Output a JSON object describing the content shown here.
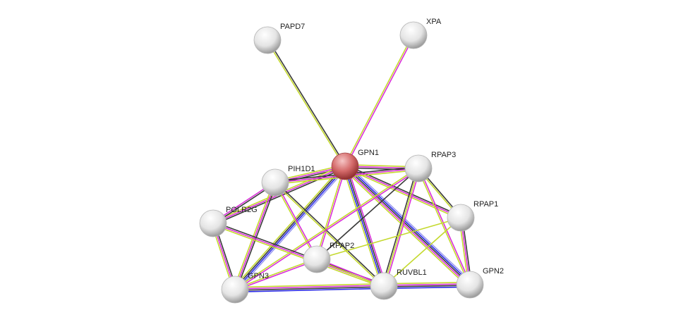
{
  "colors": {
    "y": "#c4d92e",
    "m": "#d92fd9",
    "k": "#3a3a3a",
    "b": "#2a2ae6",
    "lb": "#9a9af0",
    "node": "#e8e8e8",
    "query": "#d46a6a"
  },
  "nodes": [
    {
      "id": "PAPD7",
      "label": "PAPD7",
      "query": false
    },
    {
      "id": "XPA",
      "label": "XPA",
      "query": false
    },
    {
      "id": "GPN1",
      "label": "GPN1",
      "query": true
    },
    {
      "id": "RPAP3",
      "label": "RPAP3",
      "query": false
    },
    {
      "id": "PIH1D1",
      "label": "PIH1D1",
      "query": false
    },
    {
      "id": "RPAP1",
      "label": "RPAP1",
      "query": false
    },
    {
      "id": "POLR2G",
      "label": "POLR2G",
      "query": false
    },
    {
      "id": "RPAP2",
      "label": "RPAP2",
      "query": false
    },
    {
      "id": "RUVBL1",
      "label": "RUVBL1",
      "query": false
    },
    {
      "id": "GPN2",
      "label": "GPN2",
      "query": false
    },
    {
      "id": "GPN3",
      "label": "GPN3",
      "query": false
    }
  ],
  "edges": [
    [
      "PAPD7",
      "GPN1",
      [
        "k",
        "y"
      ]
    ],
    [
      "XPA",
      "GPN1",
      [
        "m",
        "y"
      ]
    ],
    [
      "GPN1",
      "RPAP3",
      [
        "y",
        "m",
        "k"
      ]
    ],
    [
      "GPN1",
      "PIH1D1",
      [
        "k",
        "m",
        "y"
      ]
    ],
    [
      "GPN1",
      "POLR2G",
      [
        "k",
        "m",
        "y"
      ]
    ],
    [
      "GPN1",
      "GPN3",
      [
        "lb",
        "b",
        "k",
        "y"
      ]
    ],
    [
      "GPN1",
      "RPAP2",
      [
        "m",
        "y"
      ]
    ],
    [
      "GPN1",
      "RUVBL1",
      [
        "m",
        "k",
        "b",
        "y"
      ]
    ],
    [
      "GPN1",
      "GPN2",
      [
        "lb",
        "b",
        "k",
        "m",
        "y"
      ]
    ],
    [
      "GPN1",
      "RPAP1",
      [
        "k",
        "m",
        "y"
      ]
    ],
    [
      "PIH1D1",
      "RPAP3",
      [
        "k",
        "m",
        "y"
      ]
    ],
    [
      "PIH1D1",
      "POLR2G",
      [
        "k",
        "m"
      ]
    ],
    [
      "PIH1D1",
      "GPN3",
      [
        "k",
        "m",
        "y"
      ]
    ],
    [
      "PIH1D1",
      "RPAP2",
      [
        "m",
        "y"
      ]
    ],
    [
      "PIH1D1",
      "RUVBL1",
      [
        "k",
        "y"
      ]
    ],
    [
      "RPAP3",
      "RPAP2",
      [
        "k"
      ]
    ],
    [
      "RPAP3",
      "GPN3",
      [
        "m",
        "y"
      ]
    ],
    [
      "RPAP3",
      "RUVBL1",
      [
        "m",
        "y",
        "k"
      ]
    ],
    [
      "RPAP3",
      "RPAP1",
      [
        "k",
        "y"
      ]
    ],
    [
      "RPAP3",
      "GPN2",
      [
        "m",
        "y"
      ]
    ],
    [
      "POLR2G",
      "RUVBL1",
      [
        "k",
        "m",
        "y"
      ]
    ],
    [
      "POLR2G",
      "GPN3",
      [
        "k",
        "m",
        "y"
      ]
    ],
    [
      "RPAP2",
      "RPAP1",
      [
        "y"
      ]
    ],
    [
      "RPAP2",
      "RUVBL1",
      [
        "m",
        "y"
      ]
    ],
    [
      "RPAP2",
      "GPN3",
      [
        "m",
        "y"
      ]
    ],
    [
      "RUVBL1",
      "RPAP1",
      [
        "y"
      ]
    ],
    [
      "RUVBL1",
      "GPN3",
      [
        "b",
        "k",
        "m",
        "y"
      ]
    ],
    [
      "RUVBL1",
      "GPN2",
      [
        "y",
        "m",
        "k",
        "b"
      ]
    ],
    [
      "RPAP1",
      "GPN2",
      [
        "k",
        "m",
        "y"
      ]
    ]
  ]
}
